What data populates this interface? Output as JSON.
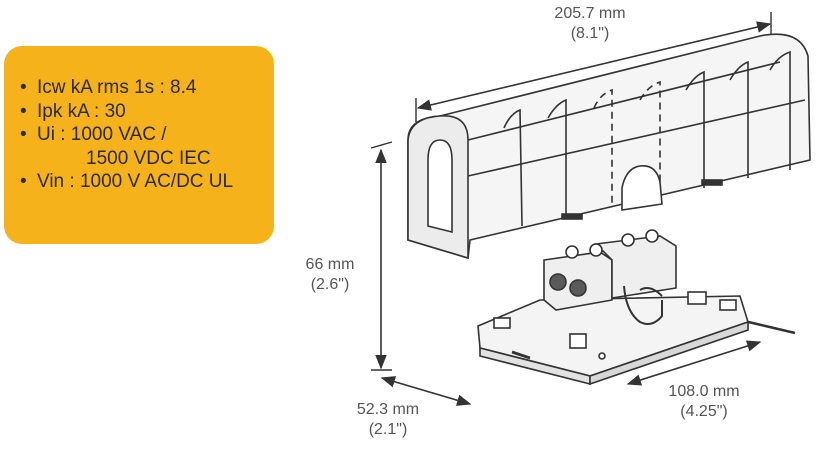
{
  "specs": {
    "items": [
      "Icw kA rms 1s : 8.4",
      "Ipk kA : 30",
      "Ui : 1000 VAC /",
      "1500 VDC IEC",
      "Vin : 1000 V AC/DC UL"
    ],
    "bullet": "•",
    "color": "#f6b21b"
  },
  "dimensions": {
    "length_top": {
      "mm": "205.7 mm",
      "in": "(8.1\")"
    },
    "height": {
      "mm": "66 mm",
      "in": "(2.6\")"
    },
    "width": {
      "mm": "52.3 mm",
      "in": "(2.1\")"
    },
    "length_base": {
      "mm": "108.0 mm",
      "in": "(4.25\")"
    }
  }
}
